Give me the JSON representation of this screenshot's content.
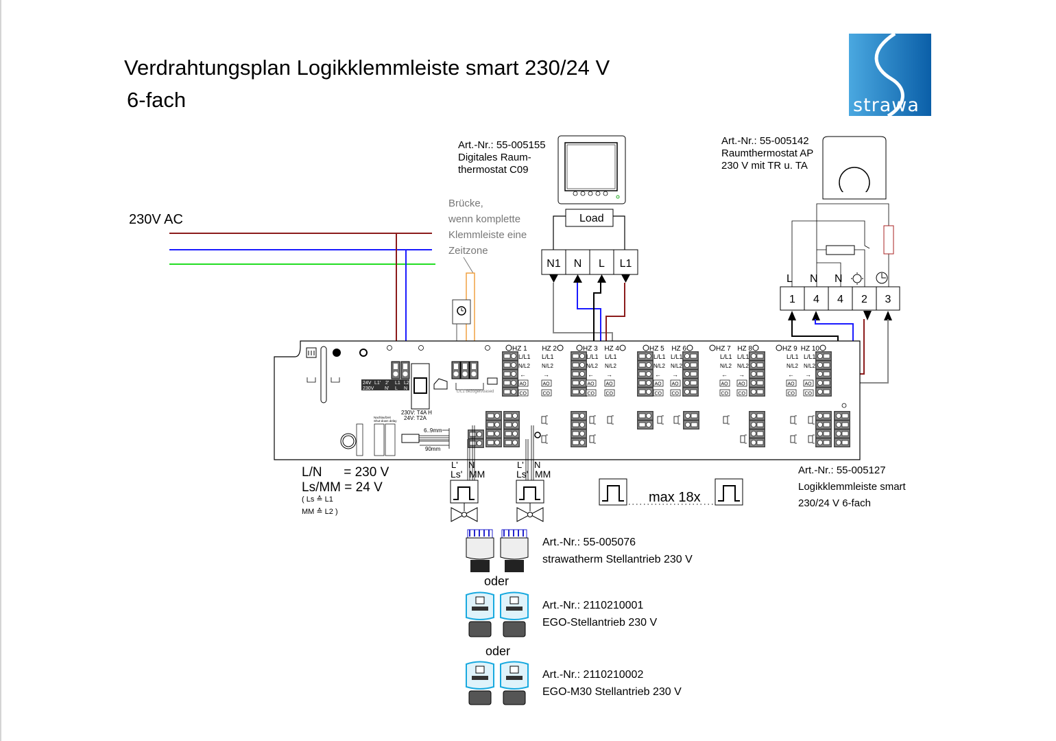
{
  "title": {
    "line1": "Verdrahtungsplan Logikklemmleiste smart 230/24 V",
    "line2": "6-fach"
  },
  "logo": {
    "text": "strawa",
    "color": "#1a7fc1"
  },
  "supply": {
    "label": "230V AC",
    "colors": {
      "L": "#8b1a1a",
      "N": "#1a1aff",
      "PE": "#22dd22"
    }
  },
  "bridge_note": [
    "Brücke,",
    "wenn komplette",
    "Klemmleiste eine",
    "Zeitzone"
  ],
  "thermostat_c09": {
    "lines": [
      "Art.-Nr.: 55-005155",
      "Digitales Raum-",
      "thermostat C09"
    ],
    "load_label": "Load",
    "terminals": [
      "N1",
      "N",
      "L",
      "L1"
    ]
  },
  "thermostat_ap": {
    "lines": [
      "Art.-Nr.: 55-005142",
      "Raumthermostat AP",
      "230 V mit TR u. TA"
    ],
    "top_labels": [
      "L",
      "N",
      "N",
      "sun-icon",
      "clock-icon"
    ],
    "terminals": [
      "1",
      "4",
      "4",
      "2",
      "3"
    ]
  },
  "board": {
    "zones": [
      "HZ 1",
      "HZ 2",
      "HZ 3",
      "HZ 4",
      "HZ 5",
      "HZ 6",
      "HZ 7",
      "HZ 8",
      "HZ 9",
      "HZ 10"
    ],
    "row_labels": [
      "L/L1",
      "N/L2",
      "←",
      "→",
      "AO",
      "CO"
    ],
    "supply_row1": [
      "24V",
      "L1'",
      "2'",
      "L1",
      "L2"
    ],
    "supply_row2": [
      "230V",
      "N'",
      "L",
      "N"
    ],
    "fuse": [
      "230V: T4A H",
      "24V: T2A"
    ],
    "strip": [
      "6..9mm",
      "90mm"
    ],
    "based_label": "L/L1 bezogen/based",
    "delay_label": [
      "Nachlaufzeit",
      "Shut-down delay"
    ]
  },
  "outputs": {
    "top": [
      "L'",
      "N"
    ],
    "bottom": [
      "Ls'",
      "MM"
    ],
    "max_label": "max 18x"
  },
  "legend": [
    "L/N      = 230 V",
    "Ls/MM = 24 V",
    "( Ls ≙ L1",
    "MM ≙ L2 )"
  ],
  "board_product": [
    "Art.-Nr.: 55-005127",
    "Logikklemmleiste smart",
    "230/24 V 6-fach"
  ],
  "actuators": [
    {
      "lines": [
        "Art.-Nr.: 55-005076",
        "strawatherm Stellantrieb 230 V"
      ]
    },
    {
      "lines": [
        "Art.-Nr.: 2110210001",
        "EGO-Stellantrieb 230 V"
      ]
    },
    {
      "lines": [
        "Art.-Nr.: 2110210002",
        "EGO-M30 Stellantrieb 230 V"
      ]
    }
  ],
  "or_label": "oder"
}
